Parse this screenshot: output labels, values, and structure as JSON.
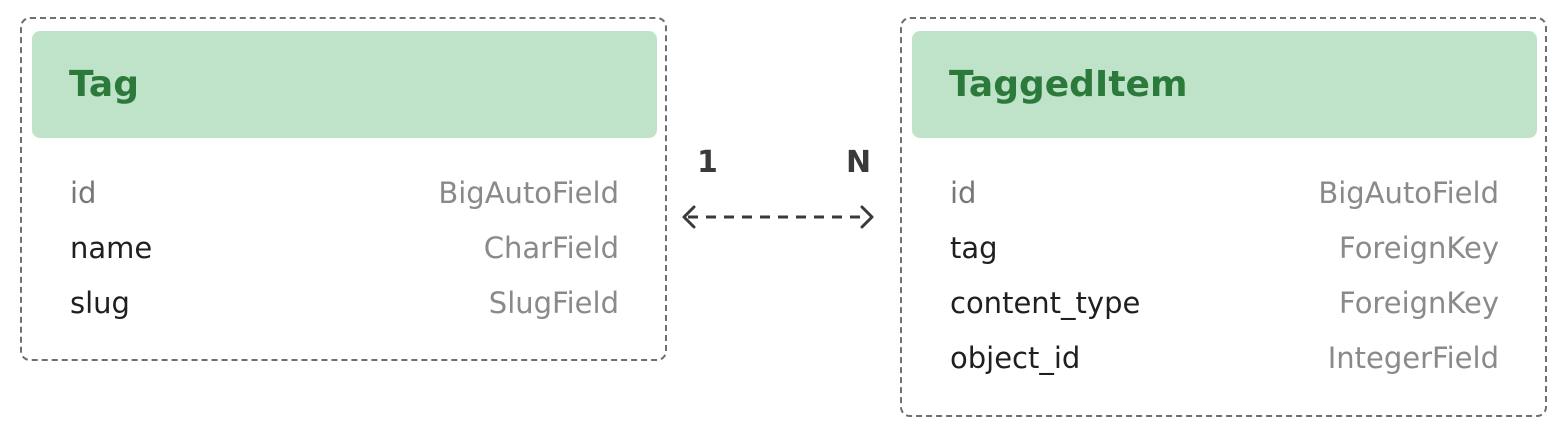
{
  "entities": [
    {
      "title": "Tag",
      "fields": [
        {
          "name": "id",
          "type": "BigAutoField"
        },
        {
          "name": "name",
          "type": "CharField"
        },
        {
          "name": "slug",
          "type": "SlugField"
        }
      ]
    },
    {
      "title": "TaggedItem",
      "fields": [
        {
          "name": "id",
          "type": "BigAutoField"
        },
        {
          "name": "tag",
          "type": "ForeignKey"
        },
        {
          "name": "content_type",
          "type": "ForeignKey"
        },
        {
          "name": "object_id",
          "type": "IntegerField"
        }
      ]
    }
  ],
  "relationship": {
    "left_cardinality": "1",
    "right_cardinality": "N",
    "style": "dashed-bidirectional-arrow"
  },
  "colors": {
    "header_bg": "#bfe3c9",
    "title": "#2c7a3b",
    "border": "#6f6f6f",
    "field_type": "#8a8a8a"
  }
}
